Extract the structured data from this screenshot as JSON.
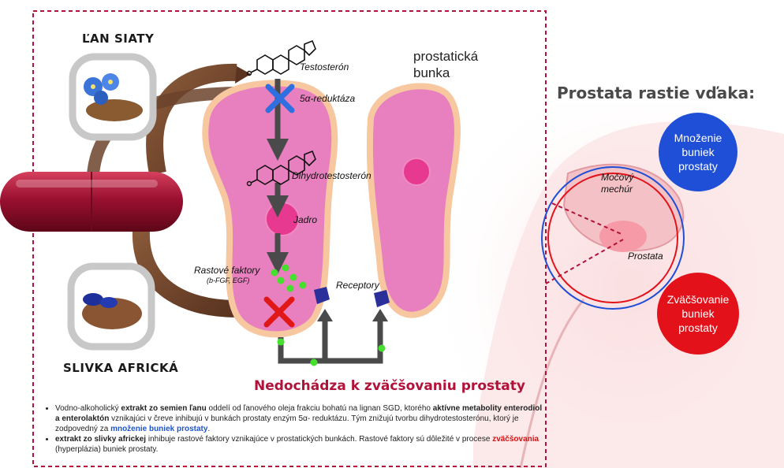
{
  "herbs": {
    "flax_title": "ĽAN SIATY",
    "plum_title": "SLIVKA AFRICKÁ"
  },
  "pathway": {
    "testosterone": "Testosterón",
    "enzyme": "5α-reduktáza",
    "dht": "Dihydrotestosterón",
    "nucleus": "Jadro",
    "growth_factors": "Rastové faktory",
    "growth_factors_sub": "(b-FGF, EGF)",
    "receptors": "Receptory"
  },
  "cell_label": "prostatická bunka",
  "conclusion": "Nedochádza k zväčšovaniu prostaty",
  "right_panel": {
    "title": "Prostata rastie vďaka:",
    "circle_blue": "Množenie buniek prostaty",
    "circle_red": "Zväčšovanie buniek prostaty",
    "bladder": "Močový mechúr",
    "prostate": "Prostata"
  },
  "notes": {
    "b1_pre": "Vodno-alkoholický ",
    "b1_bold1": "extrakt zo semien ľanu",
    "b1_mid": " oddelí od ľanového oleja frakciu bohatú na lignan SGD, ktorého ",
    "b1_bold2": "aktívne metabolity enterodiol a enterolaktón",
    "b1_mid2": " vznikajúci v čreve inhibujú v bunkách prostaty enzým 5α- reduktázu. Tým znižujú tvorbu dihydrotestosterónu, ktorý je zodpovedný za ",
    "b1_blue": "množenie buniek prostaty",
    "b1_end": ".",
    "b2_bold": "extrakt zo slivky africkej",
    "b2_mid": " inhibuje rastové faktory vznikajúce v prostatických bunkách. Rastové faktory sú dôležité v procese ",
    "b2_red": "zväčšovania",
    "b2_end": " (hyperplázia) buniek prostaty."
  },
  "colors": {
    "frame": "#b1123a",
    "cell_fill": "#e87fbf",
    "cell_border": "#f7c7a0",
    "nucleus": "#e6398f",
    "cross_blue": "#2f6fe0",
    "cross_red": "#e01818",
    "receptor": "#2b2f9a",
    "dot_green": "#45e02d",
    "arrow_gray": "#4a4a4a",
    "capsule": "#9b1030",
    "circle_blue": "#1f4fd6",
    "circle_red": "#e3121a"
  }
}
